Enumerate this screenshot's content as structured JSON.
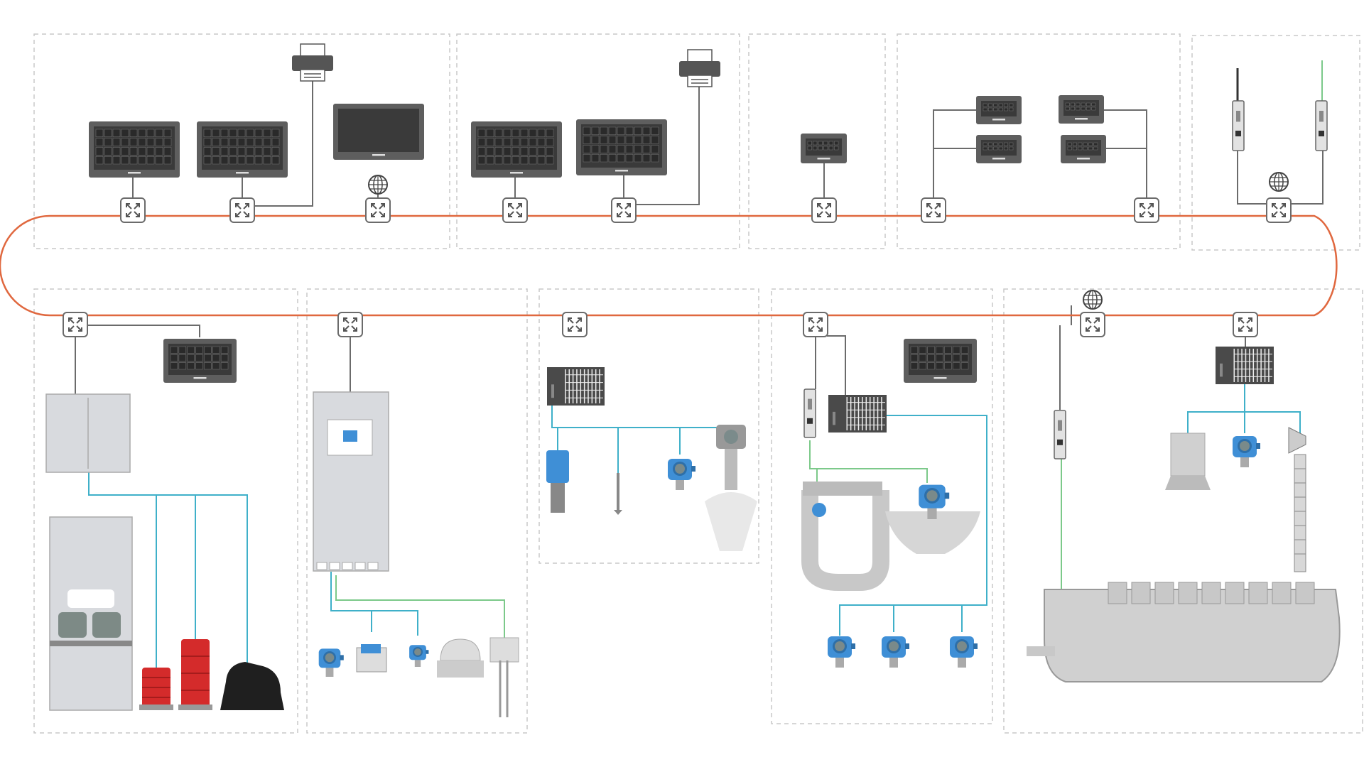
{
  "diagram": {
    "title": "",
    "colors": {
      "ring": "#e0683f",
      "ethernet": "#6b6b6b",
      "fieldbus": "#3fb0c9",
      "wireless": "#7cc98a",
      "device_blue": "#3f8fd6",
      "red_pump": "#d42b2b",
      "panel_dark": "#3a3a3a",
      "panel_grey": "#d8dade",
      "zone_border": "#c9c9c9"
    },
    "icons": {
      "switch": "network-switch-icon",
      "globe": "globe-icon",
      "printer": "printer-icon",
      "hmi": "hmi-panel-icon",
      "remote_io": "remote-io-icon",
      "transmitter": "transmitter-icon"
    },
    "upper_zones": [
      {
        "id": "bridge-consoles",
        "switches": 3,
        "hmi": 3,
        "printer": true,
        "globe": true
      },
      {
        "id": "control-room",
        "switches": 2,
        "hmi": 2,
        "printer": true,
        "globe": false
      },
      {
        "id": "single-station",
        "switches": 1,
        "hmi": 1,
        "printer": false,
        "globe": false
      },
      {
        "id": "redundant-stations",
        "switches": 2,
        "hmi": 4,
        "printer": false,
        "globe": false
      },
      {
        "id": "wireless-gateway",
        "switches": 1,
        "hmi": 0,
        "printer": false,
        "globe": true
      }
    ],
    "lower_zones": [
      {
        "id": "pump-skid",
        "switches": 1,
        "devices": [
          "cabinet",
          "motor-unit",
          "red-pump",
          "red-pump",
          "black-pump"
        ]
      },
      {
        "id": "drive-cabinet",
        "switches": 1,
        "devices": [
          "pressure-transmitter",
          "analyzer",
          "sensor",
          "valve",
          "probe"
        ]
      },
      {
        "id": "level-measurement",
        "switches": 1,
        "devices": [
          "level-switch",
          "rod-probe",
          "temperature-transmitter",
          "radar-level"
        ]
      },
      {
        "id": "flow-measurement",
        "switches": 1,
        "devices": [
          "coriolis-meter",
          "pressure-transmitter",
          "pressure-transmitter",
          "level-transmitter"
        ]
      },
      {
        "id": "engine-room",
        "switches": 2,
        "devices": [
          "motor",
          "pressure-transmitter",
          "horn",
          "engine"
        ]
      }
    ]
  }
}
